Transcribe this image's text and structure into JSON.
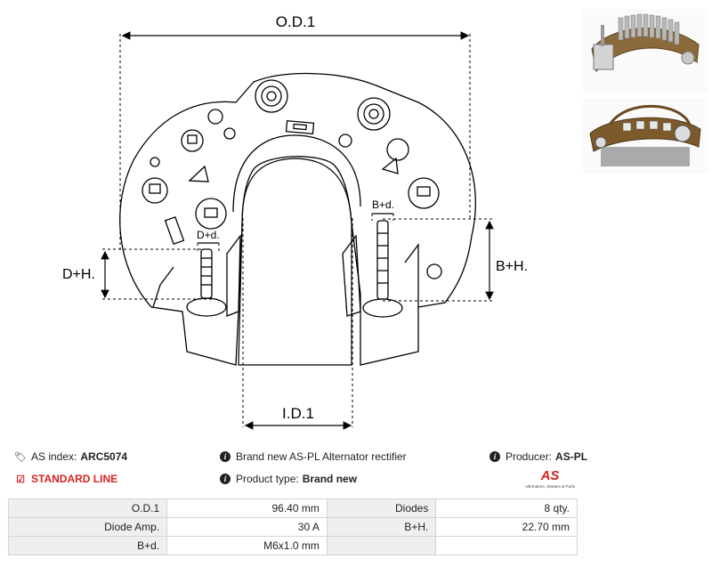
{
  "diagram": {
    "od_label": "O.D.1",
    "id_label": "I.D.1",
    "bh_label": "B+H.",
    "dh_label": "D+H.",
    "bd_label": "B+d.",
    "dd_label": "D+d."
  },
  "info": {
    "index_label": "AS index:",
    "index_value": "ARC5074",
    "standard_line": "STANDARD LINE",
    "brand_text": "Brand new AS-PL Alternator rectifier",
    "type_label": "Product type:",
    "type_value": "Brand new",
    "producer_label": "Producer:",
    "producer_value": "AS-PL",
    "logo_text": "AS",
    "logo_tagline": "Alternators, Starters & Parts",
    "logo_color": "#d7231f"
  },
  "specs": [
    {
      "k1": "O.D.1",
      "v1": "96.40 mm",
      "k2": "Diodes",
      "v2": "8 qty."
    },
    {
      "k1": "Diode Amp.",
      "v1": "30 A",
      "k2": "B+H.",
      "v2": "22.70 mm"
    },
    {
      "k1": "B+d.",
      "v1": "M6x1.0 mm",
      "k2": "",
      "v2": ""
    }
  ]
}
